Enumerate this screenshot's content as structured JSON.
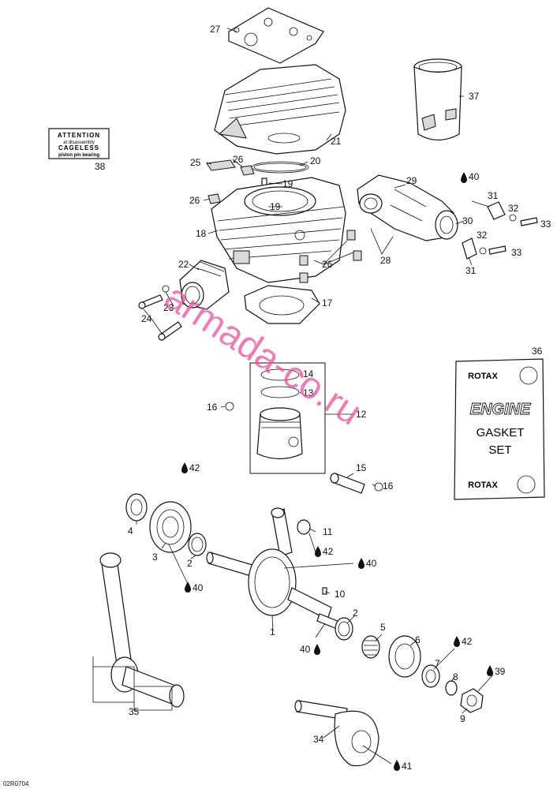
{
  "callouts": {
    "c1": "1",
    "c2a": "2",
    "c2b": "2",
    "c3": "3",
    "c4": "4",
    "c5": "5",
    "c6": "6",
    "c7": "7",
    "c8": "8",
    "c9": "9",
    "c10": "10",
    "c11": "11",
    "c12": "12",
    "c13": "13",
    "c14": "14",
    "c15": "15",
    "c16a": "16",
    "c16b": "16",
    "c17": "17",
    "c18": "18",
    "c19a": "19",
    "c19b": "19",
    "c20": "20",
    "c21": "21",
    "c22": "22",
    "c23": "23",
    "c24": "24",
    "c25": "25",
    "c26a": "26",
    "c26b": "26",
    "c26c": "26",
    "c27": "27",
    "c28": "28",
    "c29": "29",
    "c30": "30",
    "c31a": "31",
    "c31b": "31",
    "c32a": "32",
    "c32b": "32",
    "c33a": "33",
    "c33b": "33",
    "c34": "34",
    "c35": "35",
    "c36": "36",
    "c37": "37",
    "c38": "38",
    "c39": "39",
    "c40a": "40",
    "c40b": "40",
    "c40c": "40",
    "c40d": "40",
    "c41": "41",
    "c42a": "42",
    "c42b": "42",
    "c42c": "42"
  },
  "sticker": {
    "line1": "ATTENTION",
    "line2": "at disassembly",
    "line3": "CAGELESS",
    "line4": "piston pin bearing"
  },
  "gasket_set": {
    "brand_top": "ROTAX",
    "brand_bottom": "ROTAX",
    "line1": "ENGINE",
    "line2": "GASKET",
    "line3": "SET"
  },
  "drawing_code": "02R0704",
  "watermark": "armada-co.ru",
  "colors": {
    "ink": "#111111",
    "watermark": "#e0559a",
    "background": "#ffffff"
  }
}
